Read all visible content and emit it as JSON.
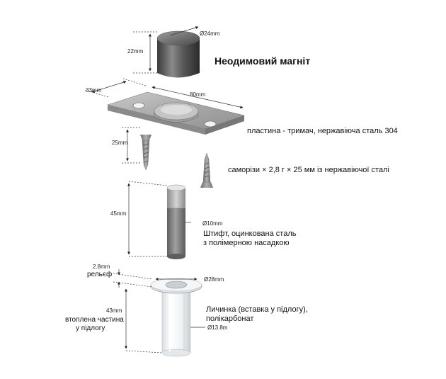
{
  "parts": {
    "magnet": {
      "title": "Неодимовий магніт",
      "diameter": "Ø24mm",
      "height": "22mm"
    },
    "plate": {
      "desc": "пластина - тримач, нержавіюча сталь 304",
      "width": "33mm",
      "length": "80mm"
    },
    "screws": {
      "desc": "саморізи × 2,8 г × 25 мм із нержавіючої сталі",
      "length": "25mm"
    },
    "pin": {
      "desc_line1": "Штифт, оцинкована сталь",
      "desc_line2": "з полімерною насадкою",
      "diameter": "Ø10mm",
      "length": "45mm"
    },
    "sleeve": {
      "desc_line1": "Личинка (вставка у підлогу),",
      "desc_line2": "полікарбонат",
      "rim_diameter": "Ø28mm",
      "tube_diameter": "Ø13.8m",
      "relief_height": "2.8mm",
      "relief_label": "рельєф",
      "embedded_height": "43mm",
      "embedded_line1": "втоплена частина",
      "embedded_line2": "у підлогу"
    }
  }
}
